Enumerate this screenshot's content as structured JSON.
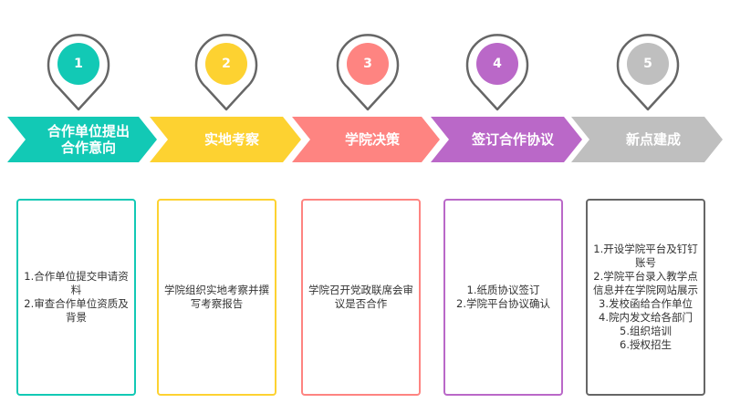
{
  "steps": [
    {
      "num": "1",
      "title": "合作单位提出\n合作意向",
      "desc": "1.合作单位提交申请资料\n2.审查合作单位资质及背景",
      "color": "#12C9B5"
    },
    {
      "num": "2",
      "title": "实地考察",
      "desc": "学院组织实地考察并撰写考察报告",
      "color": "#FDD231"
    },
    {
      "num": "3",
      "title": "学院决策",
      "desc": "学院召开党政联席会审议是否合作",
      "color": "#FE8481"
    },
    {
      "num": "4",
      "title": "签订合作协议",
      "desc": "1.纸质协议签订\n2.学院平台协议确认",
      "color": "#BA68C8"
    },
    {
      "num": "5",
      "title": "新点建成",
      "desc": "1.开设学院平台及钉钉账号\n2.学院平台录入教学点信息并在学院网站展示\n3.发校函给合作单位\n4.院内发文给各部门\n5.组织培训\n6.授权招生",
      "color": "#BFBFBF"
    }
  ]
}
